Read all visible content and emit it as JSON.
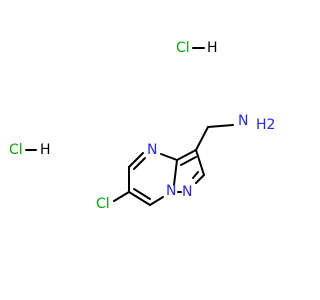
{
  "colors": {
    "bond": "#000000",
    "carbon_substituent_chlorine": "#00b100",
    "nitrogen": "#2626ff",
    "salt": "#00b100"
  },
  "salts": [
    {
      "formula_cl": "Cl",
      "formula_h": "H"
    },
    {
      "formula_cl": "Cl",
      "formula_h": "H"
    }
  ],
  "atoms": {
    "chlorine": "Cl",
    "ring_n_top": "N",
    "ring_n_bridge": "N",
    "ring_n_pyrazole": "N",
    "amine_n": "N",
    "amine_h2": "H2"
  }
}
